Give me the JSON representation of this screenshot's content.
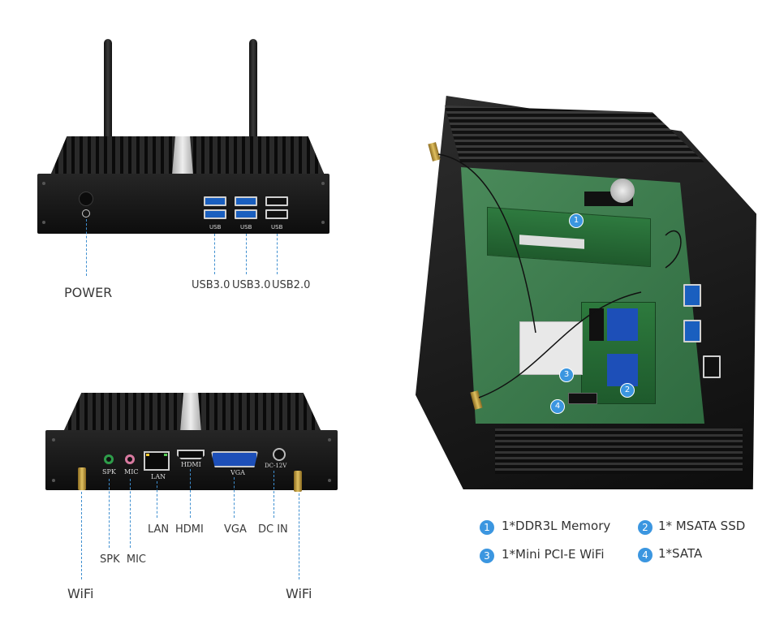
{
  "front": {
    "port_labels": [
      "USB",
      "USB",
      "USB"
    ],
    "callouts": {
      "power": "POWER",
      "usb1": "USB3.0",
      "usb2": "USB3.0",
      "usb3": "USB2.0"
    }
  },
  "back": {
    "port_labels": {
      "spk": "SPK",
      "mic": "MIC",
      "lan": "LAN",
      "hdmi": "HDMI",
      "vga": "VGA",
      "dc": "DC-12V"
    },
    "callouts": {
      "lan": "LAN",
      "hdmi": "HDMI",
      "vga": "VGA",
      "dc_in": "DC IN",
      "spk_mic": "SPK  MIC",
      "wifi_left": "WiFi",
      "wifi_right": "WiFi"
    }
  },
  "inside": {
    "badges": [
      "1",
      "2",
      "3",
      "4"
    ],
    "legend": [
      {
        "num": "1",
        "text": "1*DDR3L Memory"
      },
      {
        "num": "2",
        "text": "1* MSATA SSD"
      },
      {
        "num": "3",
        "text": "1*Mini PCI-E WiFi"
      },
      {
        "num": "4",
        "text": "1*SATA"
      }
    ],
    "accent_color": "#3b96e0"
  }
}
